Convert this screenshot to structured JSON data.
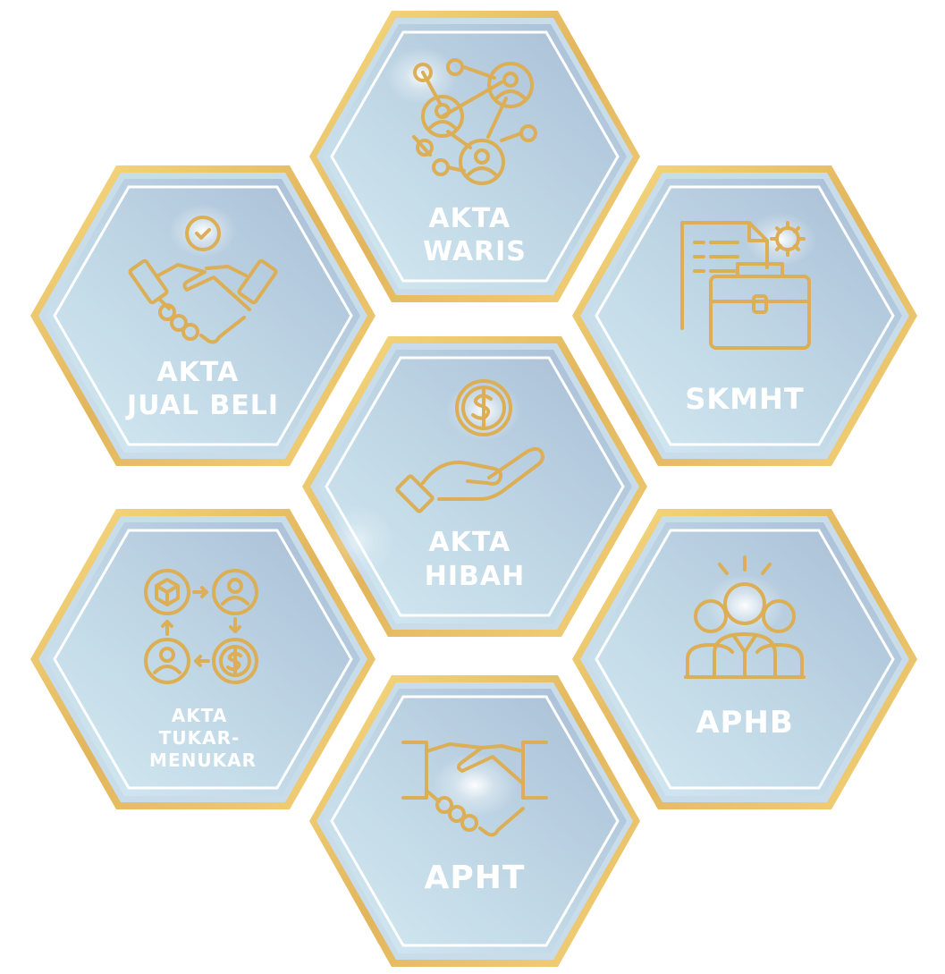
{
  "colors": {
    "gold": "#e3b55c",
    "gold_light": "#f6d879",
    "icon_gold": "#dcae55",
    "face_light": "#cfe6f0",
    "face_dark": "#a9bdd6",
    "inner_line": "#ffffff",
    "label": "#ffffff"
  },
  "tiles": [
    {
      "id": "akta-waris",
      "icon": "network-people-icon",
      "lines": [
        "AKTA",
        "WARIS"
      ]
    },
    {
      "id": "akta-jual-beli",
      "icon": "handshake-clock-icon",
      "lines": [
        "AKTA",
        "JUAL BELI"
      ]
    },
    {
      "id": "skmht",
      "icon": "briefcase-document-icon",
      "lines": [
        "SKMHT"
      ]
    },
    {
      "id": "akta-hibah",
      "icon": "hand-coin-icon",
      "lines": [
        "AKTA",
        "HIBAH"
      ]
    },
    {
      "id": "akta-tukar-menukar",
      "icon": "exchange-cycle-icon",
      "lines": [
        "AKTA",
        "TUKAR-",
        "MENUKAR"
      ]
    },
    {
      "id": "aphb",
      "icon": "group-people-icon",
      "lines": [
        "APHB"
      ]
    },
    {
      "id": "apht",
      "icon": "handshake-icon",
      "lines": [
        "APHT"
      ]
    }
  ]
}
